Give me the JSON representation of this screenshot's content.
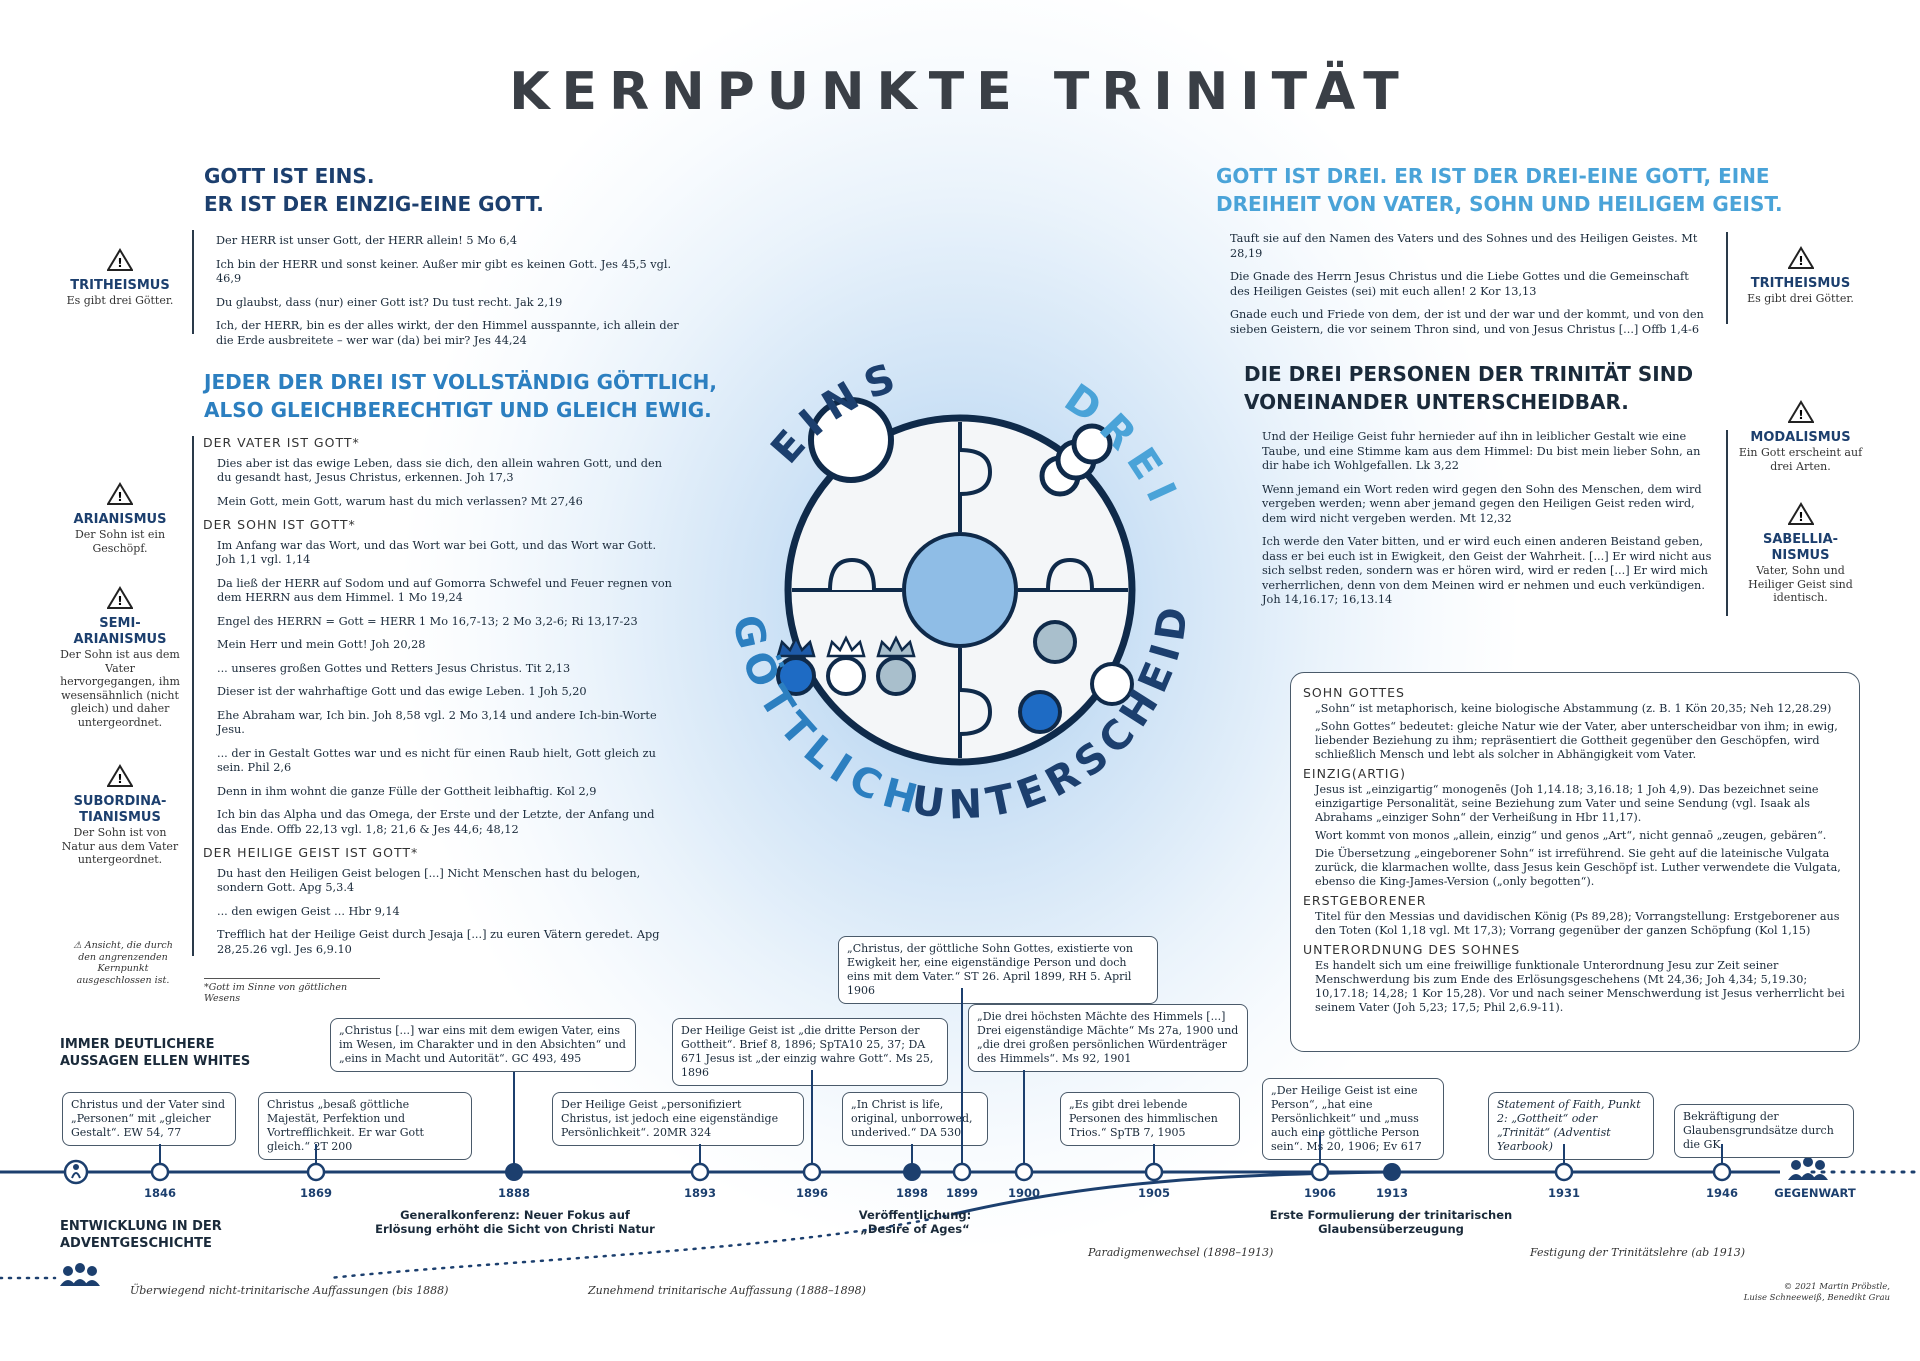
{
  "title": "KERNPUNKTE TRINITÄT",
  "left_heading": {
    "line1": "GOTT IST EINS.",
    "line2": "ER IST DER EINZIG-EINE GOTT."
  },
  "left_quotes": [
    "Der HERR ist unser Gott, der HERR allein! 5 Mo 6,4",
    "Ich bin der HERR und sonst keiner. Außer mir gibt es keinen Gott. Jes 45,5 vgl. 46,9",
    "Du glaubst, dass (nur) einer Gott ist? Du tust recht. Jak 2,19",
    "Ich, der HERR, bin es der alles wirkt, der den Himmel ausspannte, ich allein der die Erde ausbreitete – wer war (da) bei mir? Jes 44,24"
  ],
  "right_heading": {
    "line1": "GOTT IST DREI. ER IST DER DREI-EINE GOTT, EINE",
    "line2": "DREIHEIT VON VATER, SOHN UND HEILIGEM GEIST."
  },
  "right_quotes": [
    "Tauft sie auf den Namen des Vaters und des Sohnes und des Heiligen Geistes. Mt 28,19",
    "Die Gnade des Herrn Jesus Christus und die Liebe Gottes und die Gemeinschaft des Heiligen Geistes (sei) mit euch allen! 2 Kor 13,13",
    "Gnade euch und Friede von dem, der ist und der war und der kommt, und von den sieben Geistern, die vor seinem Thron sind, und von Jesus Christus [...] Offb 1,4-6"
  ],
  "warnings": {
    "tritheismus_left": {
      "title": "TRITHEISMUS",
      "desc": "Es gibt drei Götter."
    },
    "tritheismus_right": {
      "title": "TRITHEISMUS",
      "desc": "Es gibt drei Götter."
    },
    "arianismus": {
      "title": "ARIANISMUS",
      "desc": "Der Sohn ist ein Geschöpf."
    },
    "semi": {
      "title": "SEMI-ARIANISMUS",
      "desc": "Der Sohn ist aus dem Vater hervorgegangen, ihm wesensähnlich (nicht gleich) und daher untergeordnet."
    },
    "subordinatianismus": {
      "title": "SUBORDINA-TIANISMUS",
      "desc": "Der Sohn ist von Natur aus dem Vater untergeordnet."
    },
    "modalismus": {
      "title": "MODALISMUS",
      "desc": "Ein Gott erscheint auf drei Arten."
    },
    "sabellianismus": {
      "title": "SABELLIA-NISMUS",
      "desc": "Vater, Sohn und Heiliger Geist sind identisch."
    },
    "note": "Ansicht, die durch den angrenzenden Kernpunkt ausgeschlossen ist."
  },
  "mid_left_heading": {
    "line1": "JEDER DER DREI IST VOLLSTÄNDIG GÖTTLICH,",
    "line2": "ALSO GLEICHBERECHTIGT UND GLEICH EWIG."
  },
  "vater": {
    "sub": "DER VATER IST GOTT*",
    "quotes": [
      "Dies aber ist das ewige Leben, dass sie dich, den allein wahren Gott, und den du gesandt hast, Jesus Christus, erkennen. Joh 17,3",
      "Mein Gott, mein Gott, warum hast du mich verlassen? Mt 27,46"
    ]
  },
  "sohn": {
    "sub": "DER SOHN IST GOTT*",
    "quotes": [
      "Im Anfang war das Wort, und das Wort war bei Gott, und das Wort war Gott. Joh 1,1 vgl. 1,14",
      "Da ließ der HERR auf Sodom und auf Gomorra Schwefel und Feuer regnen von dem HERRN aus dem Himmel. 1 Mo 19,24",
      "Engel des HERRN = Gott = HERR 1 Mo 16,7-13; 2 Mo 3,2-6; Ri 13,17-23",
      "Mein Herr und mein Gott! Joh 20,28",
      "... unseres großen Gottes und Retters Jesus Christus. Tit 2,13",
      "Dieser ist der wahrhaftige Gott und das ewige Leben. 1 Joh 5,20",
      "Ehe Abraham war, Ich bin. Joh 8,58 vgl. 2 Mo 3,14 und andere Ich-bin-Worte Jesu.",
      "... der in Gestalt Gottes war und es nicht für einen Raub hielt, Gott gleich zu sein. Phil 2,6",
      "Denn in ihm wohnt die ganze Fülle der Gottheit leibhaftig. Kol 2,9",
      "Ich bin das Alpha und das Omega, der Erste und der Letzte, der Anfang und das Ende. Offb 22,13 vgl. 1,8; 21,6 & Jes 44,6; 48,12"
    ]
  },
  "geist": {
    "sub": "DER HEILIGE GEIST IST GOTT*",
    "quotes": [
      "Du hast den Heiligen Geist belogen [...] Nicht Menschen hast du belogen, sondern Gott. Apg 5,3.4",
      "... den ewigen Geist ... Hbr 9,14",
      "Trefflich hat der Heilige Geist durch Jesaja [...] zu euren Vätern geredet. Apg 28,25.26 vgl. Jes 6,9.10"
    ]
  },
  "footnote": "*Gott im Sinne von göttlichen Wesens",
  "mid_right_heading": {
    "line1": "DIE DREI PERSONEN DER TRINITÄT SIND",
    "line2": "VONEINANDER UNTERSCHEIDBAR."
  },
  "mid_right_quotes": [
    "Und der Heilige Geist fuhr hernieder auf ihn in leiblicher Gestalt wie eine Taube, und eine Stimme kam aus dem Himmel: Du bist mein lieber Sohn, an dir habe ich Wohlgefallen. Lk 3,22",
    "Wenn jemand ein Wort reden wird gegen den Sohn des Menschen, dem wird vergeben werden; wenn aber jemand gegen den Heiligen Geist reden wird, dem wird nicht vergeben werden. Mt 12,32",
    "Ich werde den Vater bitten, und er wird euch einen anderen Beistand geben, dass er bei euch ist in Ewigkeit, den Geist der Wahrheit. [...] Er wird nicht aus sich selbst reden, sondern was er hören wird, wird er reden [...] Er wird mich verherrlichen, denn von dem Meinen wird er nehmen und euch verkündigen. Joh 14,16.17; 16,13.14"
  ],
  "circle_words": {
    "eins": "EINS",
    "drei": "DREI",
    "goettlich": "GÖTTLICH",
    "unterscheidbar": "UNTERSCHEIDBAR"
  },
  "glossary": [
    {
      "sub": "SOHN GOTTES",
      "items": [
        "„Sohn“ ist metaphorisch, keine biologische Abstammung (z. B. 1 Kön 20,35; Neh 12,28.29)",
        "„Sohn Gottes“ bedeutet: gleiche Natur wie der Vater, aber unterscheidbar von ihm; in ewig, liebender Beziehung zu ihm; repräsentiert die Gottheit gegenüber den Geschöpfen, wird schließlich Mensch und lebt als solcher in Abhängigkeit vom Vater."
      ]
    },
    {
      "sub": "EINZIG(ARTIG)",
      "items": [
        "Jesus ist „einzigartig“ monogenēs (Joh 1,14.18; 3,16.18; 1 Joh 4,9). Das bezeichnet seine einzigartige Personalität, seine Beziehung zum Vater und seine Sendung (vgl. Isaak als Abrahams „einziger Sohn“ der Verheißung in Hbr 11,17).",
        "Wort kommt von monos „allein, einzig“ und genos „Art“, nicht gennaō „zeugen, gebären“.",
        "Die Übersetzung „eingeborener Sohn“ ist irreführend. Sie geht auf die lateinische Vulgata zurück, die klarmachen wollte, dass Jesus kein Geschöpf ist. Luther verwendete die Vulgata, ebenso die King-James-Version („only begotten“)."
      ]
    },
    {
      "sub": "ERSTGEBORENER",
      "items": [
        "Titel für den Messias und davidischen König (Ps 89,28); Vorrangstellung: Erstgeborener aus den Toten (Kol 1,18 vgl. Mt 17,3); Vorrang gegenüber der ganzen Schöpfung (Kol 1,15)"
      ]
    },
    {
      "sub": "UNTERORDNUNG DES SOHNES",
      "items": [
        "Es handelt sich um eine freiwillige funktionale Unterordnung Jesu zur Zeit seiner Menschwerdung bis zum Ende des Erlösungsgeschehens (Mt 24,36; Joh 4,34; 5,19.30; 10,17.18; 14,28; 1 Kor 15,28). Vor und nach seiner Menschwerdung ist Jesus verherrlicht bei seinem Vater (Joh 5,23; 17,5; Phil 2,6.9-11)."
      ]
    }
  ],
  "timeline": {
    "label_top": "IMMER DEUTLICHERE AUSSAGEN ELLEN WHITES",
    "label_bottom": "ENTWICKLUNG IN DER ADVENTGESCHICHTE",
    "years": [
      "1846",
      "1869",
      "1888",
      "1893",
      "1896",
      "1898",
      "1899",
      "1900",
      "1905",
      "1906",
      "1913",
      "1931",
      "1946",
      "GEGENWART"
    ],
    "quotes": {
      "q1846": "Christus und der Vater sind „Personen“ mit „gleicher Gestalt“. EW 54, 77",
      "q1869": "Christus „besaß göttliche Majestät, Perfektion und Vortrefflichkeit. Er war Gott gleich.“ 2T 200",
      "q1888": "„Christus [...] war eins mit dem ewigen Vater, eins im Wesen, im Charakter und in den Absichten“ und „eins in Macht und Autorität“. GC 493, 495",
      "q1893": "Der Heilige Geist „personifiziert Christus, ist jedoch eine eigenständige Persönlichkeit“. 20MR 324",
      "q1896": "Der Heilige Geist ist „die dritte Person der Gottheit“. Brief 8, 1896; SpTA10 25, 37; DA 671 Jesus ist „der einzig wahre Gott“. Ms 25, 1896",
      "q1898": "„In Christ is life, original, unborrowed, underived.“ DA 530",
      "q1899": "„Christus, der göttliche Sohn Gottes, existierte von Ewigkeit her, eine eigenständige Person und doch eins mit dem Vater.“ ST 26. April 1899, RH 5. April 1906",
      "q1900": "„Die drei höchsten Mächte des Himmels [...] Drei eigenständige Mächte“ Ms 27a, 1900 und „die drei großen persönlichen Würdenträger des Himmels“. Ms 92, 1901",
      "q1905": "„Es gibt drei lebende Personen des himmlischen Trios.“ SpTB 7, 1905",
      "q1906": "„Der Heilige Geist ist eine Person“, „hat eine Persönlichkeit“ und „muss auch eine göttliche Person sein“. Ms 20, 1906; Ev 617",
      "q1931": "Statement of Faith, Punkt 2: „Gottheit“ oder „Trinität“ (Adventist Yearbook)",
      "q1946": "Bekräftigung der Glaubensgrundsätze durch die GK"
    },
    "captions": {
      "gk1888": "Generalkonferenz: Neuer Fokus auf Erlösung erhöht die Sicht von Christi Natur",
      "desire": "Veröffentlichung: „Desire of Ages“",
      "erste": "Erste Formulierung der trinitarischen Glaubensüberzeugung"
    },
    "periods": {
      "p1": "Überwiegend nicht-trinitarische Auffassungen (bis 1888)",
      "p2": "Zunehmend trinitarische Auffassung (1888–1898)",
      "p3": "Paradigmenwechsel (1898–1913)",
      "p4": "Festigung der Trinitätslehre (ab 1913)"
    }
  },
  "copyright": {
    "line1": "© 2021 Martin Pröbstle,",
    "line2": "Luise Schneeweiß, Benedikt Grau"
  },
  "colors": {
    "dark": "#1c3f6e",
    "blue": "#2c7fc0",
    "light": "#4aa3d8",
    "dot_mid": "#a9bfcc"
  }
}
